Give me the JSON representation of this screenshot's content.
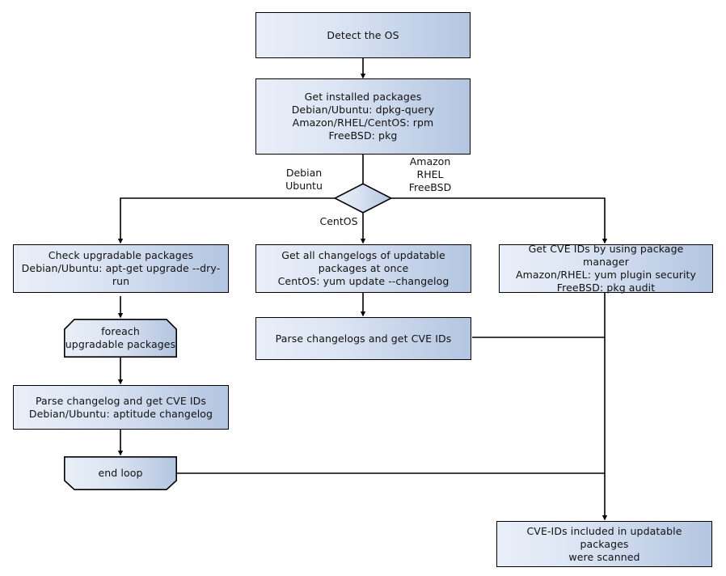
{
  "diagram": {
    "title": "OS package vulnerability scanning flow",
    "background_color": "#ffffff",
    "node_fill_light": "#e9eff8",
    "node_fill_dark": "#b3c5e0",
    "node_border_color": "#000000",
    "edge_color": "#000000"
  },
  "nodes": {
    "detect_os": {
      "text": "Detect the OS"
    },
    "get_installed_packages": {
      "text": "Get installed packages\nDebian/Ubuntu: dpkg-query\nAmazon/RHEL/CentOS: rpm\nFreeBSD: pkg"
    },
    "os_decision": {
      "text": ""
    },
    "check_upgradable": {
      "text": "Check upgradable packages\nDebian/Ubuntu: apt-get upgrade --dry-run"
    },
    "get_all_changelogs": {
      "text": "Get all changelogs of updatable packages at once\nCentOS: yum update --changelog"
    },
    "get_cve_ids_pkgmgr": {
      "text": "Get CVE IDs by using package manager\nAmazon/RHEL: yum plugin security\nFreeBSD: pkg audit"
    },
    "foreach_loop_start": {
      "text": "foreach\nupgradable  packages"
    },
    "parse_changelog_single": {
      "text": "Parse changelog and get  CVE IDs\nDebian/Ubuntu: aptitude changelog"
    },
    "parse_changelogs_multi": {
      "text": "Parse changelogs and get CVE IDs"
    },
    "end_loop": {
      "text": "end loop"
    },
    "scan_complete": {
      "text": "CVE-IDs included in updatable packages\nwere scanned"
    }
  },
  "edge_labels": {
    "debian_ubuntu": "Debian\nUbuntu",
    "amazon_rhel_freebsd": "Amazon\nRHEL\nFreeBSD",
    "centos": "CentOS"
  }
}
